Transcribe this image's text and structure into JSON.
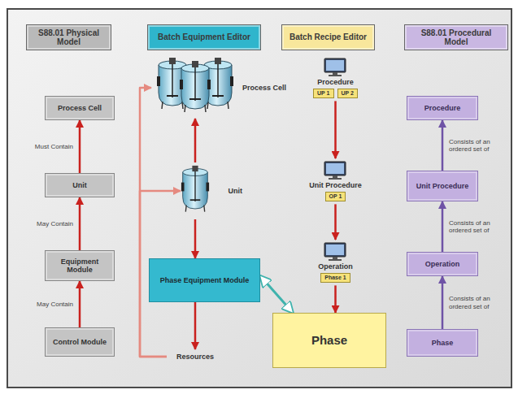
{
  "diagram": {
    "nodes": [
      {
        "text": [
          "S88.01 Physical Model"
        ]
      },
      {
        "text": [
          "Batch Equipment Editor"
        ]
      },
      {
        "text": [
          "Batch Recipe Editor"
        ]
      },
      {
        "text": [
          "S88.01 Procedural Model"
        ]
      },
      {
        "text": [
          "Process Cell"
        ]
      },
      {
        "text": [
          "Unit"
        ]
      },
      {
        "text": [
          "Equipment Module"
        ]
      },
      {
        "text": [
          "Control Module"
        ]
      },
      {
        "text": [
          "Process Cell"
        ]
      },
      {
        "text": [
          "Unit"
        ]
      },
      {
        "text": [
          "Phase Equipment Module"
        ]
      },
      {
        "text": [
          "Resources"
        ]
      },
      {
        "text": [
          "Procedure"
        ]
      },
      {
        "text": [
          "UP 1"
        ],
        "in": 12
      },
      {
        "text": [
          "UP 2"
        ],
        "in": 12
      },
      {
        "text": [
          "Unit Procedure"
        ]
      },
      {
        "text": [
          "OP 1"
        ],
        "in": 15
      },
      {
        "text": [
          "Operation"
        ]
      },
      {
        "text": [
          "Phase 1"
        ],
        "in": 17
      },
      {
        "text": [
          "Phase"
        ]
      },
      {
        "text": [
          "Procedure"
        ]
      },
      {
        "text": [
          "Unit Procedure"
        ]
      },
      {
        "text": [
          "Operation"
        ]
      },
      {
        "text": [
          "Phase"
        ]
      }
    ],
    "edges": [
      {
        "from": 7,
        "to": 6,
        "arrow": "to",
        "label": "May Contain"
      },
      {
        "from": 6,
        "to": 5,
        "arrow": "to",
        "label": "May Contain"
      },
      {
        "from": 5,
        "to": 4,
        "arrow": "to",
        "label": "Must Contain"
      },
      {
        "from": 9,
        "to": 8,
        "arrow": "to"
      },
      {
        "from": 9,
        "to": 10,
        "arrow": "to"
      },
      {
        "from": 10,
        "to": 11,
        "arrow": "to"
      },
      {
        "from": 11,
        "to": 8,
        "arrow": "to"
      },
      {
        "from": 11,
        "to": 9,
        "arrow": "to"
      },
      {
        "from": 10,
        "to": 19,
        "arrow": "both"
      },
      {
        "from": 12,
        "to": 15,
        "arrow": "to"
      },
      {
        "from": 15,
        "to": 17,
        "arrow": "to"
      },
      {
        "from": 17,
        "to": 19,
        "arrow": "to"
      },
      {
        "from": 23,
        "to": 22,
        "arrow": "to",
        "label": "Consists of an ordered set of"
      },
      {
        "from": 22,
        "to": 21,
        "arrow": "to",
        "label": "Consists of an ordered set of"
      },
      {
        "from": 21,
        "to": 20,
        "arrow": "to",
        "label": "Consists of an ordered set of"
      }
    ]
  }
}
